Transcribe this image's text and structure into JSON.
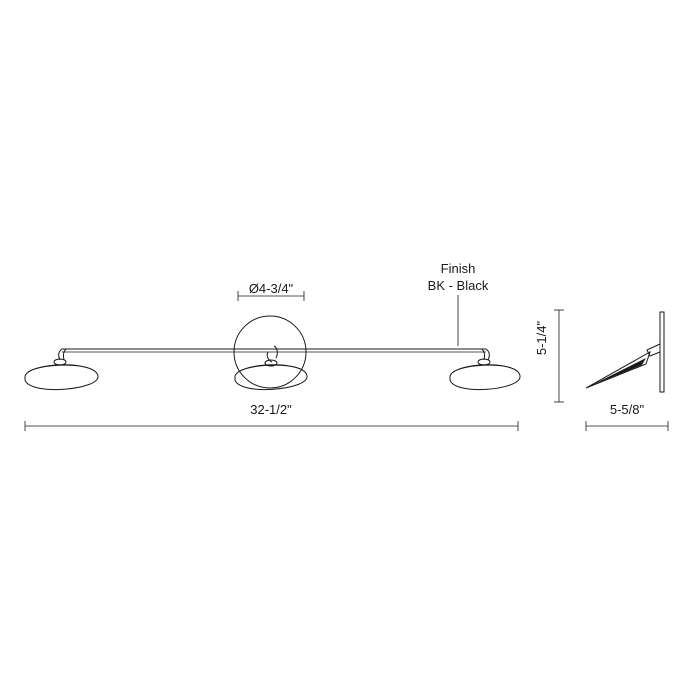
{
  "callout": {
    "finish_label": "Finish",
    "finish_value": "BK - Black"
  },
  "dimensions": {
    "backplate_diameter": "Ø4-3/4\"",
    "overall_width": "32-1/2\"",
    "height": "5-1/4\"",
    "depth": "5-5/8\""
  }
}
